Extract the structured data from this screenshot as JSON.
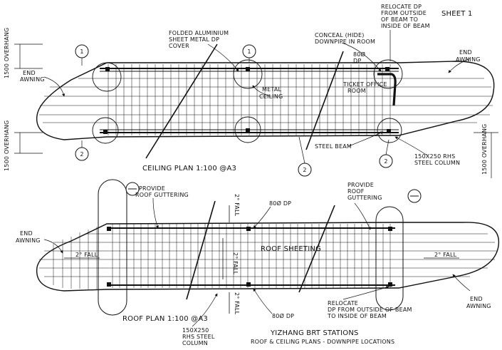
{
  "sheet_label": "SHEET 1",
  "drawing_title_line1": "YIZHANG BRT STATIONS",
  "drawing_title_line2": "ROOF & CEILING PLANS - DOWNPIPE LOCATIONS",
  "ceiling_plan": {
    "title": "CEILING PLAN 1:100 @A3",
    "labels": {
      "folded_cover_1": "FOLDED ALUMINIUM",
      "folded_cover_2": "SHEET METAL DP",
      "folded_cover_3": "COVER",
      "conceal_1": "CONCEAL (HIDE)",
      "conceal_2": "DOWNPIPE IN ROOM",
      "relocate_1": "RELOCATE DP",
      "relocate_2": "FROM OUTSIDE",
      "relocate_3": "OF BEAM TO",
      "relocate_4": "INSIDE OF BEAM",
      "dp_size_1": "80Ø",
      "dp_size_2": "DP",
      "ticket_office_1": "TICKET OFFICE",
      "ticket_office_2": "ROOM",
      "metal_ceiling_1": "METAL",
      "metal_ceiling_2": "CEILING",
      "end_awning_left_1": "END",
      "end_awning_left_2": "AWNING",
      "end_awning_right_1": "END",
      "end_awning_right_2": "AWNING",
      "steel_beam": "STEEL BEAM",
      "rhs_column_1": "150X250 RHS",
      "rhs_column_2": "STEEL COLUMN",
      "overhang_top": "1500 OVERHANG",
      "overhang_bottom": "1500 OVERHANG",
      "overhang_right": "1500 OVERHANG"
    },
    "grid_markers": [
      "1",
      "2",
      "1",
      "2",
      "2"
    ]
  },
  "roof_plan": {
    "title": "ROOF PLAN 1:100 @A3",
    "labels": {
      "gutter_left_1": "PROVIDE",
      "gutter_left_2": "ROOF GUTTERING",
      "gutter_right_1": "PROVIDE",
      "gutter_right_2": "ROOF",
      "gutter_right_3": "GUTTERING",
      "dp_top": "80Ø DP",
      "dp_bottom": "80Ø DP",
      "roof_sheeting": "ROOF SHEETING",
      "end_awning_left_1": "END",
      "end_awning_left_2": "AWNING",
      "end_awning_right_1": "END",
      "end_awning_right_2": "AWNING",
      "fall_left": "2° FALL",
      "fall_right": "2° FALL",
      "fall_mid": "2° FALL",
      "fall_top": "2° FALL",
      "fall_bottom": "2° FALL",
      "relocate_1": "RELOCATE",
      "relocate_2": "DP FROM OUTSIDE OF BEAM",
      "relocate_3": "TO INSIDE OF BEAM",
      "rhs_1": "150X250",
      "rhs_2": "RHS STEEL",
      "rhs_3": "COLUMN"
    }
  }
}
